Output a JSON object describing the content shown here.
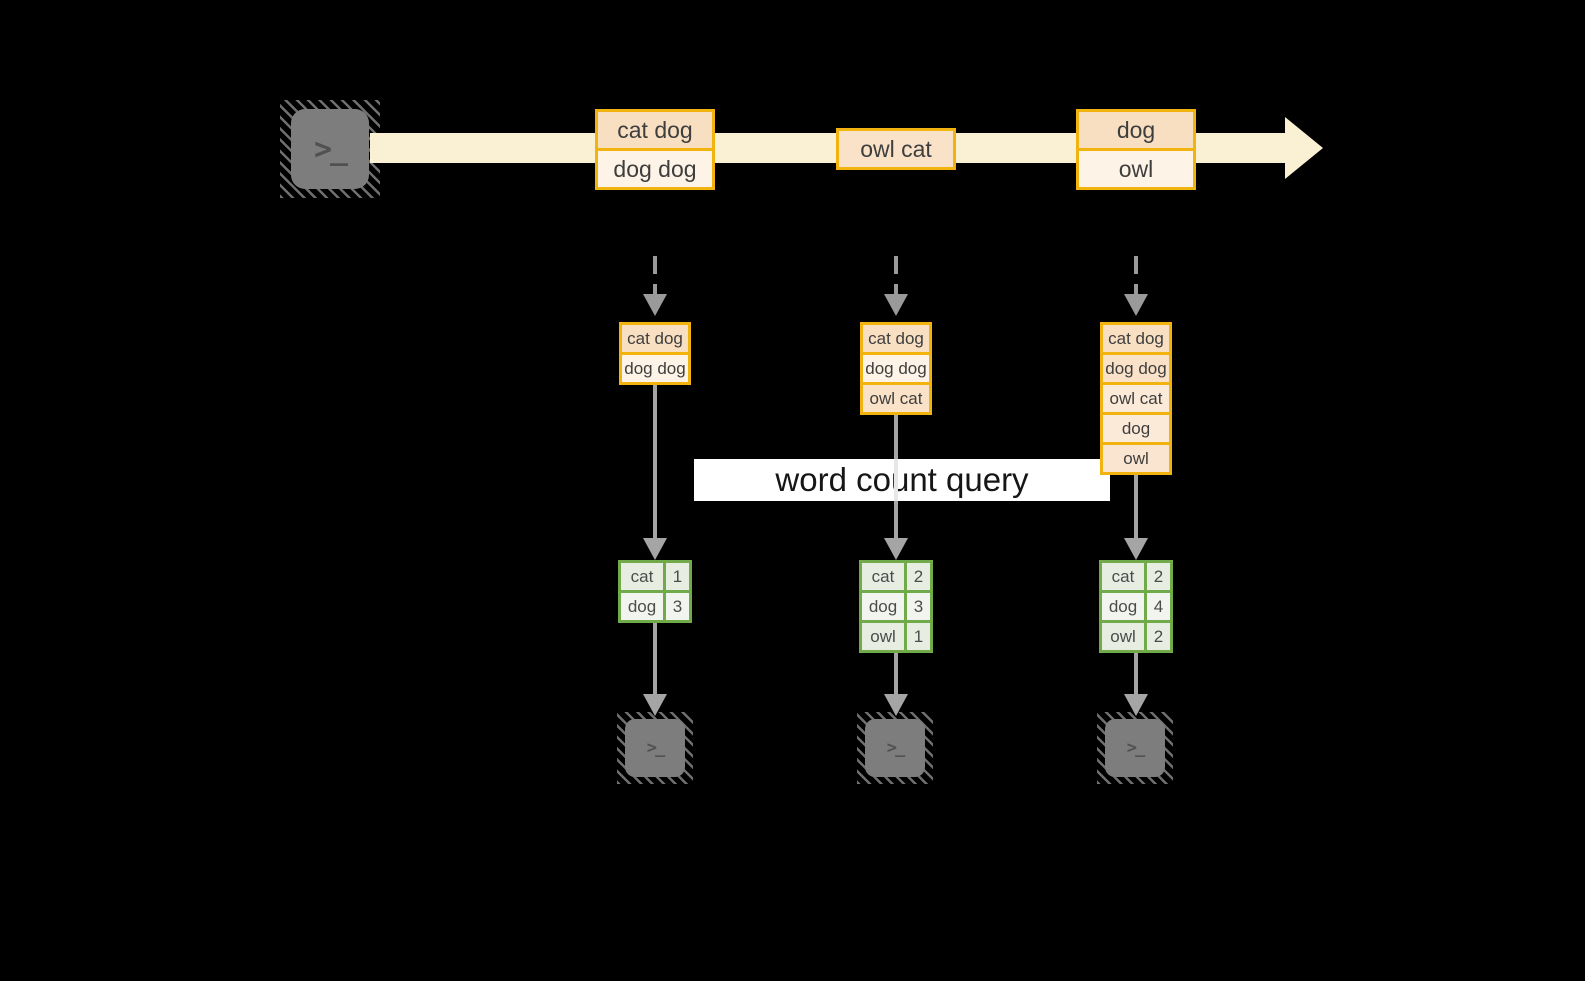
{
  "stream": {
    "batches": [
      {
        "rows": [
          "cat dog",
          "dog dog"
        ]
      },
      {
        "rows": [
          "owl cat"
        ]
      },
      {
        "rows": [
          "dog",
          "owl"
        ]
      }
    ]
  },
  "inputs": [
    {
      "rows": [
        "cat dog",
        "dog dog"
      ]
    },
    {
      "rows": [
        "cat dog",
        "dog dog",
        "owl cat"
      ]
    },
    {
      "rows": [
        "cat dog",
        "dog dog",
        "owl cat",
        "dog",
        "owl"
      ]
    }
  ],
  "query": {
    "label": "word count query"
  },
  "results": [
    {
      "rows": [
        [
          "cat",
          "1"
        ],
        [
          "dog",
          "3"
        ]
      ]
    },
    {
      "rows": [
        [
          "cat",
          "2"
        ],
        [
          "dog",
          "3"
        ],
        [
          "owl",
          "1"
        ]
      ]
    },
    {
      "rows": [
        [
          "cat",
          "2"
        ],
        [
          "dog",
          "4"
        ],
        [
          "owl",
          "2"
        ]
      ]
    }
  ],
  "icons": {
    "terminal_glyph": ">_"
  },
  "colors": {
    "background": "#000000",
    "timeline": "#faf1d4",
    "record_border": "#f3b30f",
    "record_peach": "#f8dfc2",
    "record_cream": "#fdf3e6",
    "result_border": "#71ab49",
    "result_fill": "#e7eee1",
    "arrow_gray": "#a5a5a5",
    "terminal_gray": "#7d7d7d",
    "banner_bg": "#ffffff"
  }
}
